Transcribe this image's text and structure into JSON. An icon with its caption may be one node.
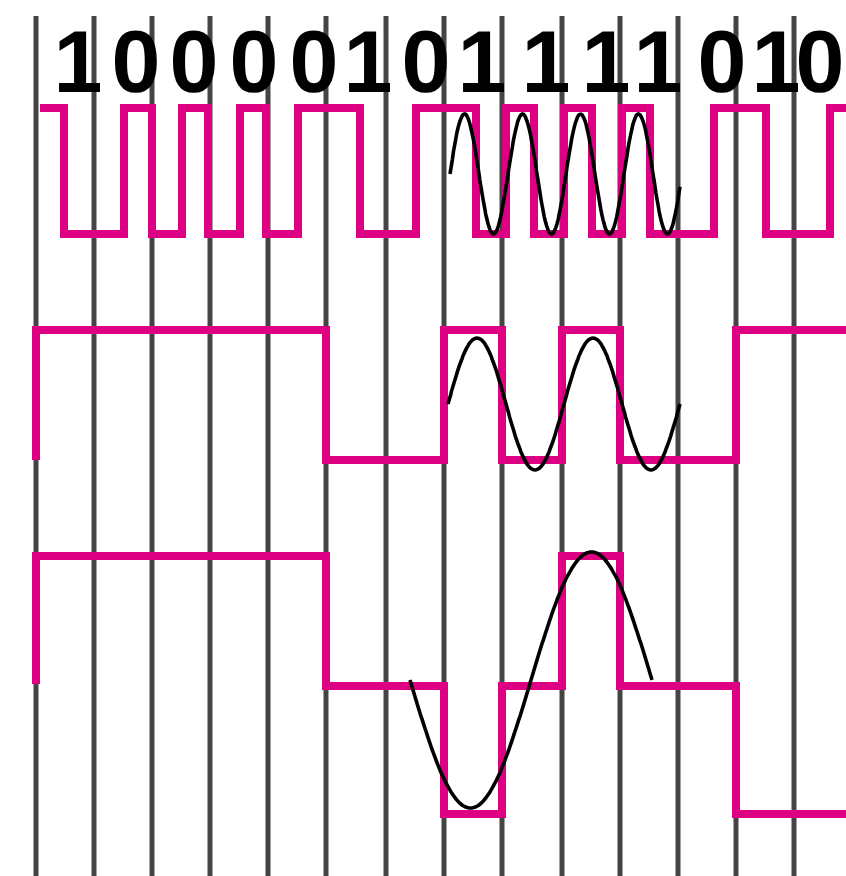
{
  "diagram": {
    "labels": [
      "1",
      "0",
      "0",
      "0",
      "0",
      "1",
      "0",
      "1",
      "1",
      "1",
      "1",
      "0",
      "1",
      "0"
    ]
  }
}
